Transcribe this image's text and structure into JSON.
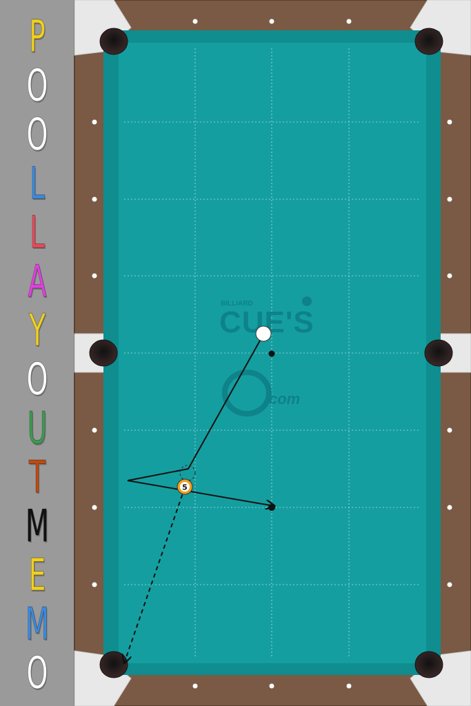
{
  "app": {
    "title_letters": [
      {
        "char": "P",
        "color": "#f0d020"
      },
      {
        "char": "O",
        "color": "#ffffff"
      },
      {
        "char": "O",
        "color": "#ffffff"
      },
      {
        "char": "L",
        "color": "#3a8be0"
      },
      {
        "char": "L",
        "color": "#e84a5a"
      },
      {
        "char": "A",
        "color": "#e040e0"
      },
      {
        "char": "Y",
        "color": "#f0d020"
      },
      {
        "char": "O",
        "color": "#ffffff"
      },
      {
        "char": "U",
        "color": "#3c9b50"
      },
      {
        "char": "T",
        "color": "#c04a10"
      },
      {
        "char": "M",
        "color": "#111111"
      },
      {
        "char": "E",
        "color": "#f0d020"
      },
      {
        "char": "M",
        "color": "#3a8be0"
      },
      {
        "char": "O",
        "color": "#ffffff"
      }
    ]
  },
  "table": {
    "cloth_color": "#159ea0",
    "rail_color": "#7a5a44",
    "pocket_color": "#2a1c1c",
    "logo": {
      "small_text": "BILLIARD",
      "main_text": "CUE'S",
      "secondary_text": "com"
    }
  },
  "balls": {
    "cue_ball": {
      "name": "cue-ball",
      "color": "#ffffff"
    },
    "object_ball": {
      "name": "five-ball",
      "number": "5",
      "color": "#f0a020"
    }
  },
  "icons": [
    "cue-ball",
    "five-ball",
    "pocket",
    "diamond-marker",
    "arrow-head"
  ]
}
